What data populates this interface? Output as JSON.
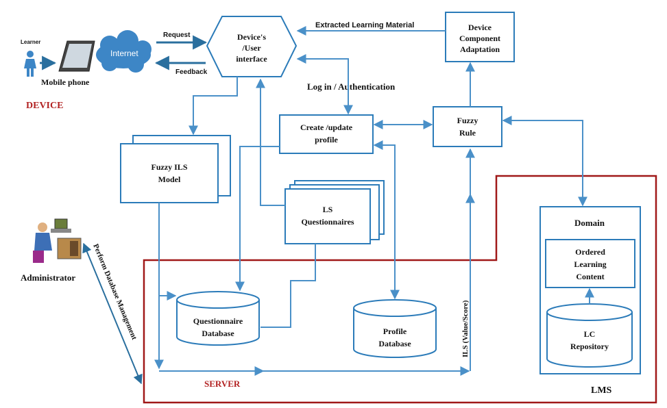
{
  "labels": {
    "learner": "Learner",
    "mobile_phone": "Mobile phone",
    "internet": "Internet",
    "request": "Request",
    "feedback": "Feedback",
    "device": "DEVICE",
    "ui_line1": "Device's",
    "ui_line2": "/User",
    "ui_line3": "interface",
    "extracted": "Extracted Learning Material",
    "dca_line1": "Device",
    "dca_line2": "Component",
    "dca_line3": "Adaptation",
    "login": "Log in / Authentication",
    "profile_line1": "Create /update",
    "profile_line2": "profile",
    "fuzzy_rule_line1": "Fuzzy",
    "fuzzy_rule_line2": "Rule",
    "fuzzy_ils_line1": "Fuzzy ILS",
    "fuzzy_ils_line2": "Model",
    "ls_line1": "LS",
    "ls_line2": "Questionnaires",
    "administrator": "Administrator",
    "perform_db": "Perform Database Management",
    "qdb_line1": "Questionnaire",
    "qdb_line2": "Database",
    "pdb_line1": "Profile",
    "pdb_line2": "Database",
    "ils_value": "ILS (Value/Score)",
    "domain": "Domain",
    "olc_line1": "Ordered",
    "olc_line2": "Learning",
    "olc_line3": "Content",
    "lc_line1": "LC",
    "lc_line2": "Repository",
    "server": "SERVER",
    "lms": "LMS"
  },
  "colors": {
    "box_stroke": "#2b7bb9",
    "connector": "#4a90c8",
    "server_border": "#a01818",
    "device_text": "#b22222",
    "server_text": "#b22222",
    "cloud": "#3d86c6"
  }
}
